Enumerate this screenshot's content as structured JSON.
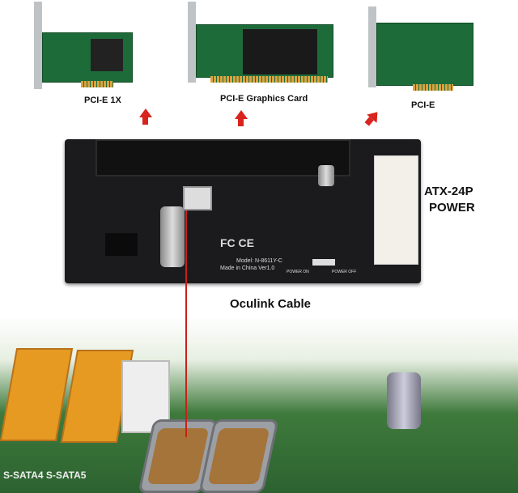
{
  "labels": {
    "pcie_1x": "PCI-E 1X",
    "pcie_graphics": "PCI-E Graphics Card",
    "pcie": "PCI-E",
    "atx_line1": "ATX-24P",
    "atx_line2": "POWER",
    "oculink": "Oculink Cable"
  },
  "board": {
    "certs": "FC CE",
    "model": "Model: N-8611Y-C",
    "made_in": "Made in China Ver1.0",
    "power_on": "POWER ON",
    "power_off": "POWER OFF"
  },
  "motherboard": {
    "sata_labels": "S-SATA4 S-SATA5"
  },
  "colors": {
    "arrow": "#d9231d",
    "pcb": "#1e6b3a",
    "board": "#1b1b1d"
  }
}
